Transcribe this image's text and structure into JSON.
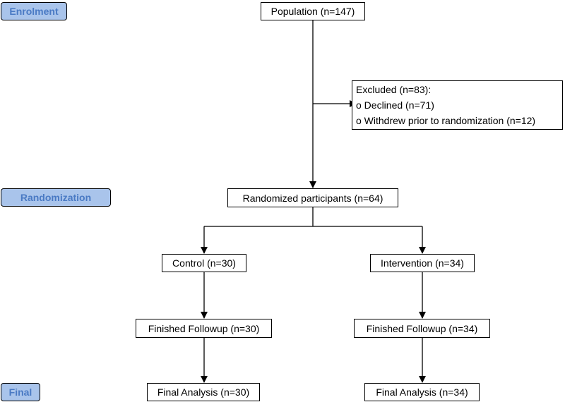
{
  "stages": {
    "enrolment": "Enrolment",
    "randomization": "Randomization",
    "final": "Final"
  },
  "boxes": {
    "population": "Population (n=147)",
    "excluded": {
      "title": "Excluded (n=83):",
      "items": [
        "o Declined (n=71)",
        "o Withdrew prior to randomization (n=12)"
      ]
    },
    "randomized": "Randomized participants (n=64)",
    "control": "Control (n=30)",
    "intervention": "Intervention (n=34)",
    "followup_control": "Finished Followup (n=30)",
    "followup_intervention": "Finished Followup (n=34)",
    "final_control": "Final Analysis (n=30)",
    "final_intervention": "Final Analysis (n=34)"
  }
}
